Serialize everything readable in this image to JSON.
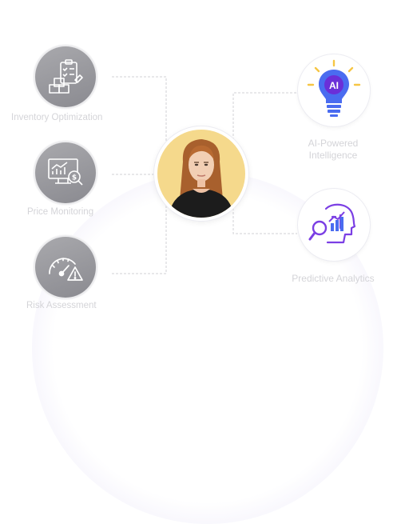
{
  "left_items": [
    {
      "label": "Inventory Optimization",
      "icon": "inventory-checklist-icon"
    },
    {
      "label": "Price Monitoring",
      "icon": "price-monitor-icon"
    },
    {
      "label": "Risk Assessment",
      "icon": "risk-gauge-icon"
    }
  ],
  "right_items": [
    {
      "label": "AI-Powered Intelligence",
      "icon": "ai-lightbulb-icon",
      "badge": "AI"
    },
    {
      "label": "Predictive Analytics",
      "icon": "predictive-head-icon"
    }
  ],
  "center": {
    "icon": "avatar-portrait"
  },
  "colors": {
    "grey_node": "#9a9a9f",
    "label": "#d4d4d8",
    "connector": "#d9d9dd",
    "ai_blue": "#4a6cf0",
    "ai_yellow": "#f6c544",
    "analytics_purple": "#7b3fe4",
    "avatar_bg": "#f5d98c"
  }
}
